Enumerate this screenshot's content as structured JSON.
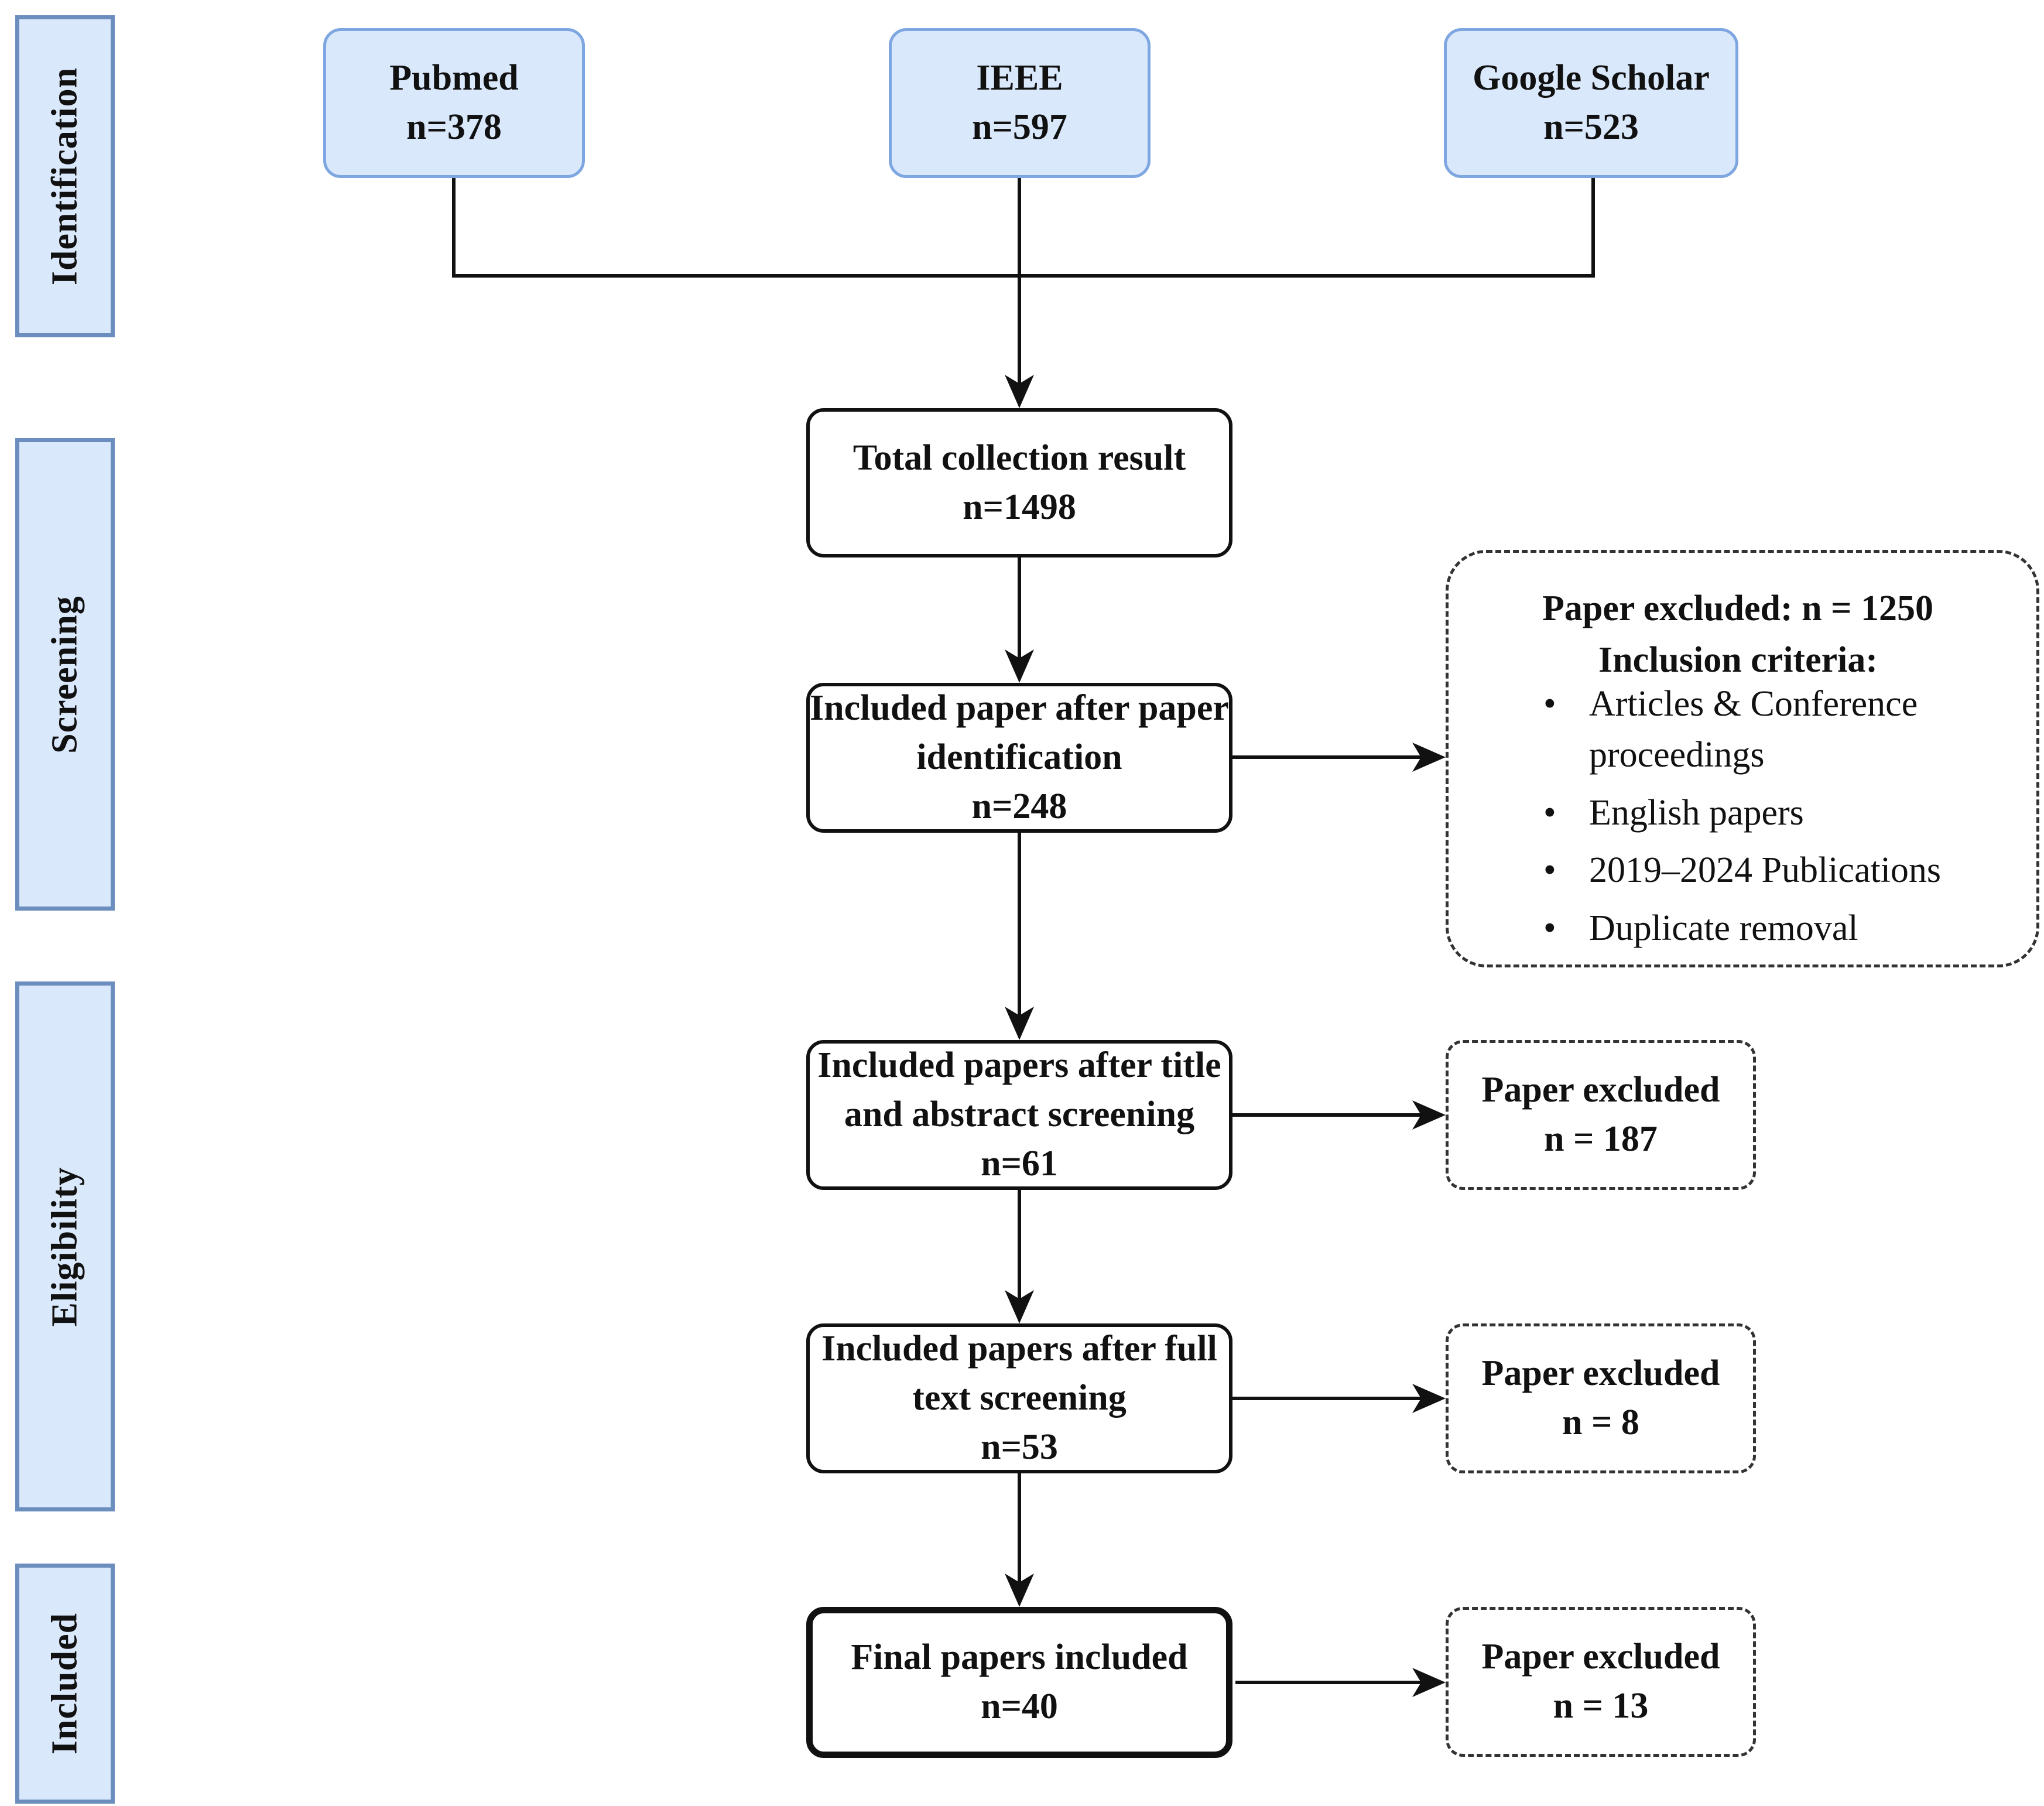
{
  "stages": {
    "identification": "Identification",
    "screening": "Screening",
    "eligibility": "Eligibility",
    "included": "Included"
  },
  "sources": [
    {
      "name": "Pubmed",
      "count": "n=378"
    },
    {
      "name": "IEEE",
      "count": "n=597"
    },
    {
      "name": "Google Scholar",
      "count": "n=523"
    }
  ],
  "flow": {
    "total": {
      "label": "Total collection result",
      "count": "n=1498"
    },
    "identification": {
      "label_line1": "Included paper after paper",
      "label_line2": "identification",
      "count": "n=248"
    },
    "title_abstract": {
      "label_line1": "Included papers after title",
      "label_line2": "and abstract screening",
      "count": "n=61"
    },
    "full_text": {
      "label_line1": "Included papers after full",
      "label_line2": "text screening",
      "count": "n=53"
    },
    "final": {
      "label": "Final papers included",
      "count": "n=40"
    }
  },
  "exclusions": {
    "criteria_box": {
      "heading": "Paper excluded:  n = 1250",
      "subheading": "Inclusion criteria:",
      "items": [
        "Articles & Conference",
        "proceedings",
        "English papers",
        "2019–2024 Publications",
        "Duplicate removal"
      ]
    },
    "title_abstract": {
      "label": "Paper excluded",
      "count": "n = 187"
    },
    "full_text": {
      "label": "Paper excluded",
      "count": "n = 8"
    },
    "final": {
      "label": "Paper excluded",
      "count": "n = 13"
    }
  },
  "colors": {
    "stage_fill": "#dae8fc",
    "stage_border": "#6c8ebf",
    "source_border": "#7ea6e0",
    "line": "#111111"
  }
}
